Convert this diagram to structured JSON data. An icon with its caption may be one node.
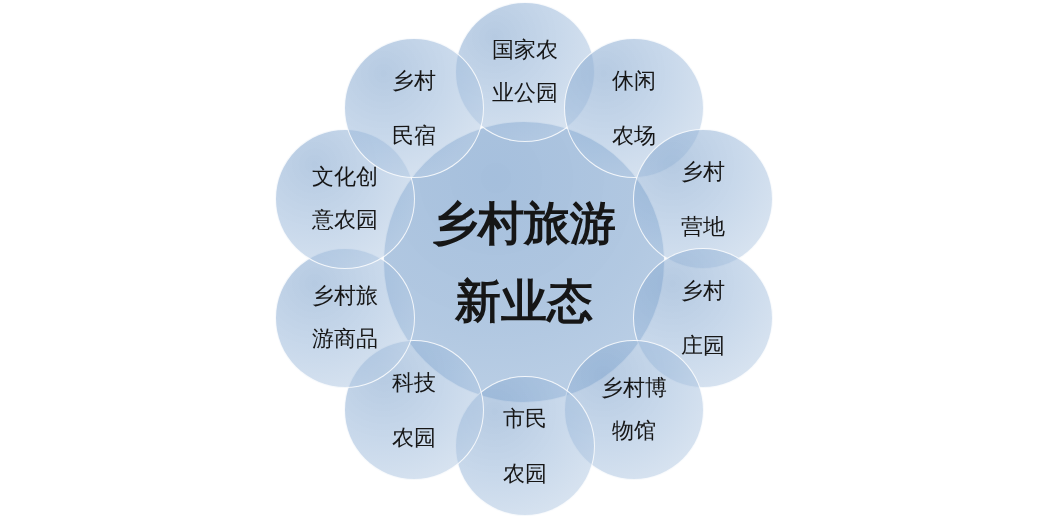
{
  "diagram": {
    "nodes": [
      {
        "text": [
          "乡村旅游新业态"
        ]
      },
      {
        "text": [
          "国家农业公园"
        ]
      },
      {
        "text": [
          "休闲农场"
        ]
      },
      {
        "text": [
          "乡村营地"
        ]
      },
      {
        "text": [
          "乡村庄园"
        ]
      },
      {
        "text": [
          "乡村博物馆"
        ]
      },
      {
        "text": [
          "市民农园"
        ]
      },
      {
        "text": [
          "科技农园"
        ]
      },
      {
        "text": [
          "乡村旅游商品"
        ]
      },
      {
        "text": [
          "文化创意农园"
        ]
      },
      {
        "text": [
          "乡村民宿"
        ]
      }
    ]
  }
}
